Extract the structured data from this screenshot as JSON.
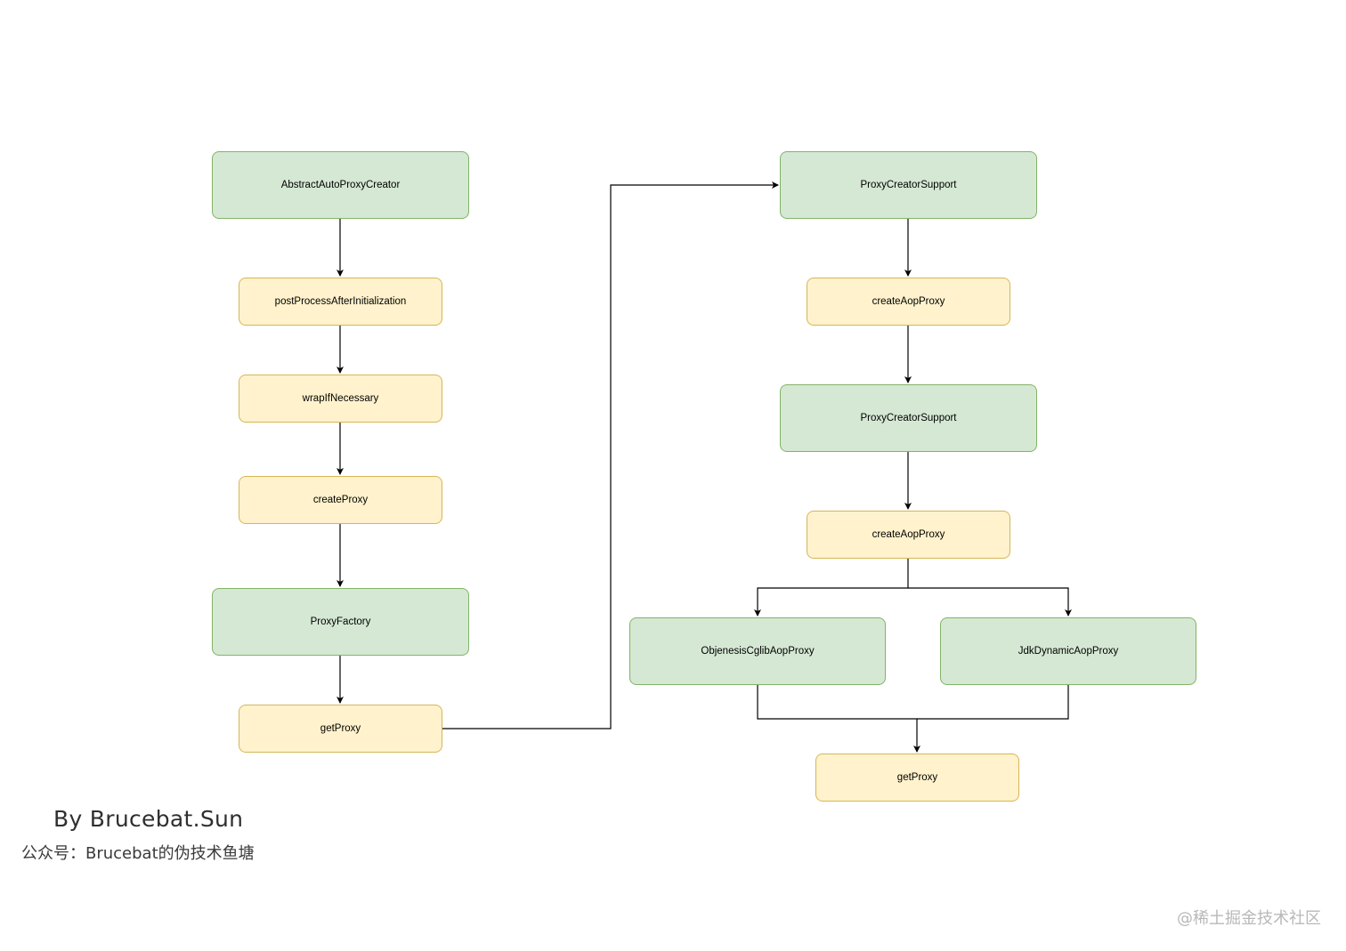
{
  "diagram": {
    "nodes": {
      "abstract_auto_proxy_creator": "AbstractAutoProxyCreator",
      "post_process_after_initialization": "postProcessAfterInitialization",
      "wrap_if_necessary": "wrapIfNecessary",
      "create_proxy": "createProxy",
      "proxy_factory": "ProxyFactory",
      "get_proxy_left": "getProxy",
      "proxy_creator_support_1": "ProxyCreatorSupport",
      "create_aop_proxy_1": "createAopProxy",
      "proxy_creator_support_2": "ProxyCreatorSupport",
      "create_aop_proxy_2": "createAopProxy",
      "objenesis_cglib_aop_proxy": "ObjenesisCglibAopProxy",
      "jdk_dynamic_aop_proxy": "JdkDynamicAopProxy",
      "get_proxy_right": "getProxy"
    },
    "colors": {
      "class_fill": "#d5e8d4",
      "class_border": "#82b366",
      "method_fill": "#fff2cc",
      "method_border": "#d6b656",
      "edge": "#000000"
    }
  },
  "credits": {
    "author": "By Brucebat.Sun",
    "account": "公众号：Brucebat的伪技术鱼塘"
  },
  "watermark": "@稀土掘金技术社区"
}
